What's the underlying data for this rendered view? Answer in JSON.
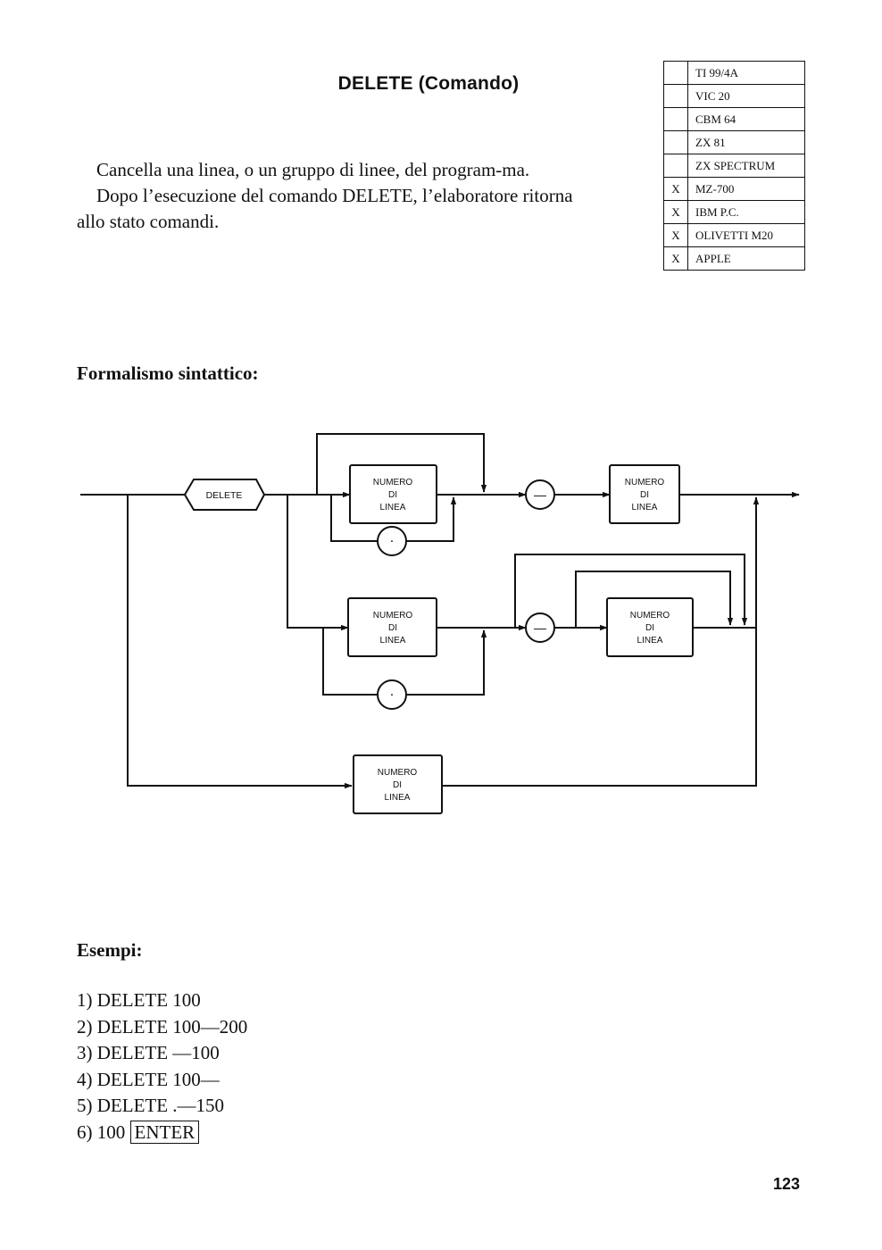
{
  "title": "DELETE (Comando)",
  "intro": {
    "p1": "Cancella una linea, o un gruppo di linee, del program-ma.",
    "p2": "Dopo l’esecuzione del comando DELETE, l’elaboratore ritorna allo stato comandi."
  },
  "compat": [
    {
      "mark": "",
      "name": "TI 99/4A"
    },
    {
      "mark": "",
      "name": "VIC 20"
    },
    {
      "mark": "",
      "name": "CBM 64"
    },
    {
      "mark": "",
      "name": "ZX 81"
    },
    {
      "mark": "",
      "name": "ZX SPECTRUM"
    },
    {
      "mark": "X",
      "name": "MZ-700"
    },
    {
      "mark": "X",
      "name": "IBM P.C."
    },
    {
      "mark": "X",
      "name": "OLIVETTI M20"
    },
    {
      "mark": "X",
      "name": "APPLE"
    }
  ],
  "syntax_heading": "Formalismo sintattico:",
  "diagram": {
    "keyword": "DELETE",
    "box_line1": "NUMERO",
    "box_line2": "DI",
    "box_line3": "LINEA",
    "dash": "—",
    "dot": "."
  },
  "examples_heading": "Esempi:",
  "examples": [
    "1) DELETE 100",
    "2) DELETE 100—200",
    "3) DELETE —100",
    "4) DELETE 100—",
    "5) DELETE .—150"
  ],
  "example6_prefix": "6) 100",
  "example6_key": "ENTER",
  "page_number": "123"
}
